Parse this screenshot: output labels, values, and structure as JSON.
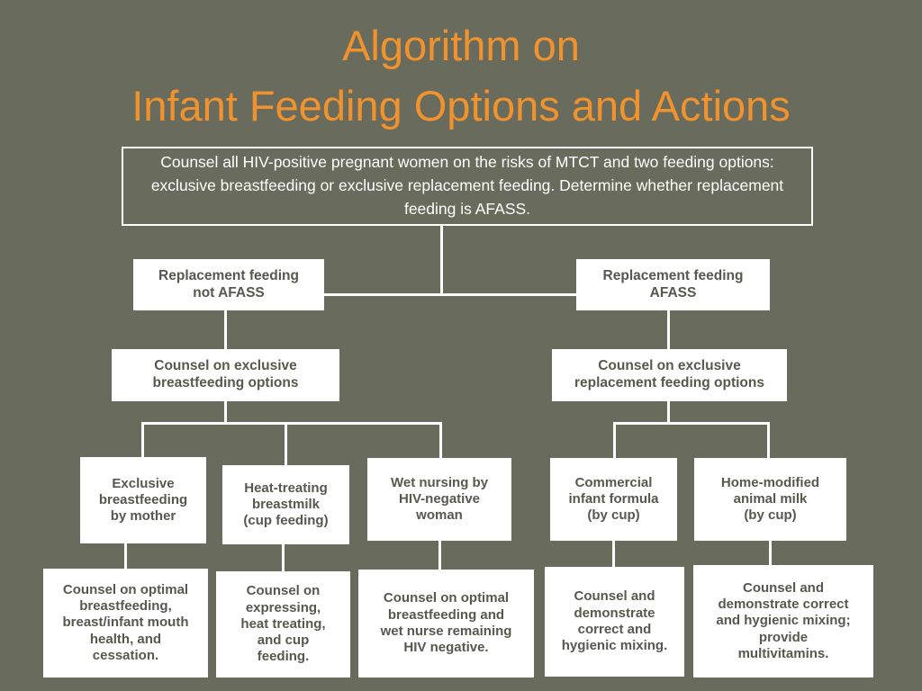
{
  "title": {
    "line1": "Algorithm on",
    "line2": "Infant Feeding Options and Actions",
    "full": "Algorithm on\nInfant Feeding Options and Actions",
    "color": "#f0922e"
  },
  "colors": {
    "background": "#696b5d",
    "title_orange": "#f0922e",
    "box_fill": "#ffffff",
    "box_text": "#57584e",
    "header_text": "#ffffff",
    "connector": "#ffffff"
  },
  "header_box": {
    "text": "Counsel all HIV-positive pregnant women on the risks of MTCT and two feeding options: exclusive breastfeeding or exclusive replacement feeding. Determine whether replacement feeding is AFASS."
  },
  "level2": [
    {
      "id": "not-afass",
      "text": "Replacement feeding\nnot AFASS"
    },
    {
      "id": "afass",
      "text": "Replacement feeding\nAFASS"
    }
  ],
  "level3": [
    {
      "id": "counsel-breastfeeding-options",
      "text": "Counsel on exclusive\nbreastfeeding options"
    },
    {
      "id": "counsel-replacement-options",
      "text": "Counsel on exclusive\nreplacement feeding options"
    }
  ],
  "level4": [
    {
      "id": "exclusive-breastfeeding",
      "text": "Exclusive\nbreastfeeding\nby mother"
    },
    {
      "id": "heat-treating",
      "text": "Heat-treating\nbreastmilk\n(cup feeding)"
    },
    {
      "id": "wet-nursing",
      "text": "Wet nursing by\nHIV-negative\nwoman"
    },
    {
      "id": "commercial-formula",
      "text": "Commercial\ninfant formula\n(by cup)"
    },
    {
      "id": "home-modified-milk",
      "text": "Home-modified\nanimal milk\n(by cup)"
    }
  ],
  "level5": [
    {
      "id": "action-optimal-breastfeeding",
      "text": "Counsel on optimal\nbreastfeeding,\nbreast/infant mouth\nhealth, and\ncessation."
    },
    {
      "id": "action-expressing",
      "text": "Counsel on\nexpressing,\nheat treating,\nand cup\nfeeding."
    },
    {
      "id": "action-wet-nurse",
      "text": "Counsel on optimal\nbreastfeeding and\nwet nurse remaining\nHIV negative."
    },
    {
      "id": "action-hygienic-mixing",
      "text": "Counsel and\ndemonstrate\ncorrect and\nhygienic mixing."
    },
    {
      "id": "action-multivitamins",
      "text": "Counsel and\ndemonstrate correct\nand hygienic mixing;\nprovide\nmultivitamins."
    }
  ]
}
